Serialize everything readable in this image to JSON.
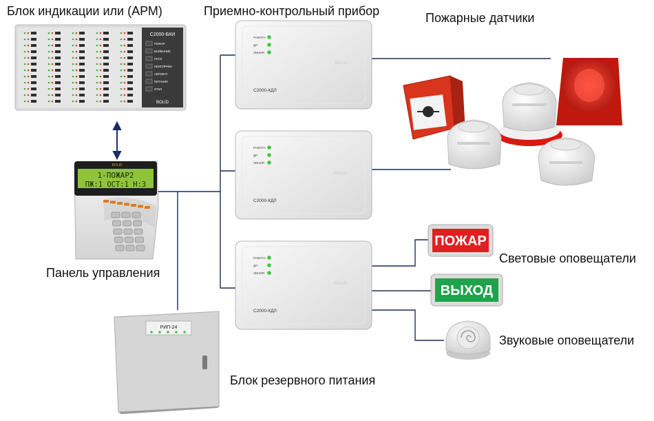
{
  "labels": {
    "display_unit": "Блок индикации или (АРМ)",
    "control_device": "Приемно-контрольный прибор",
    "fire_detectors": "Пожарные датчики",
    "control_panel": "Панель управления",
    "light_alarms": "Световые оповещатели",
    "sound_alarms": "Звуковые оповещатели",
    "backup_power": "Блок резервного питания"
  },
  "display_unit_device": {
    "model": "С2000-БКИ",
    "brand": "BOLID",
    "button_labels": [
      "ПОЖАР",
      "ВНИМАНИЕ",
      "ПУСК",
      "НЕИСПРАВН",
      "АВТОМАТ",
      "ПИТАНИЕ",
      "ОТКЛ"
    ]
  },
  "kdl_devices": [
    {
      "model": "С2000-КДЛ",
      "brand": "BOLID",
      "leds": [
        "РАБОТА",
        "ДЛ",
        "ЛИНИЯ"
      ]
    },
    {
      "model": "С2000-КДЛ",
      "brand": "BOLID",
      "leds": [
        "РАБОТА",
        "ДЛ",
        "ЛИНИЯ"
      ]
    },
    {
      "model": "С2000-КДЛ",
      "brand": "BOLID",
      "leds": [
        "РАБОТА",
        "ДЛ",
        "ЛИНИЯ"
      ]
    }
  ],
  "keypad": {
    "brand": "BOLID",
    "lcd_line1": "1-ПОЖАР2",
    "lcd_line2": "ПЖ:1 ОСТ:1 Н:3"
  },
  "power_unit": {
    "model": "РИП-24"
  },
  "signs": {
    "fire": "ПОЖАР",
    "exit": "ВЫХОД"
  },
  "colors": {
    "lcd": "#8fc43a",
    "sign_fire": "#e02020",
    "sign_exit": "#1fa34a",
    "led": "#3cc93c",
    "fire_red": "#e03a20",
    "wire": "#1a2a55"
  }
}
